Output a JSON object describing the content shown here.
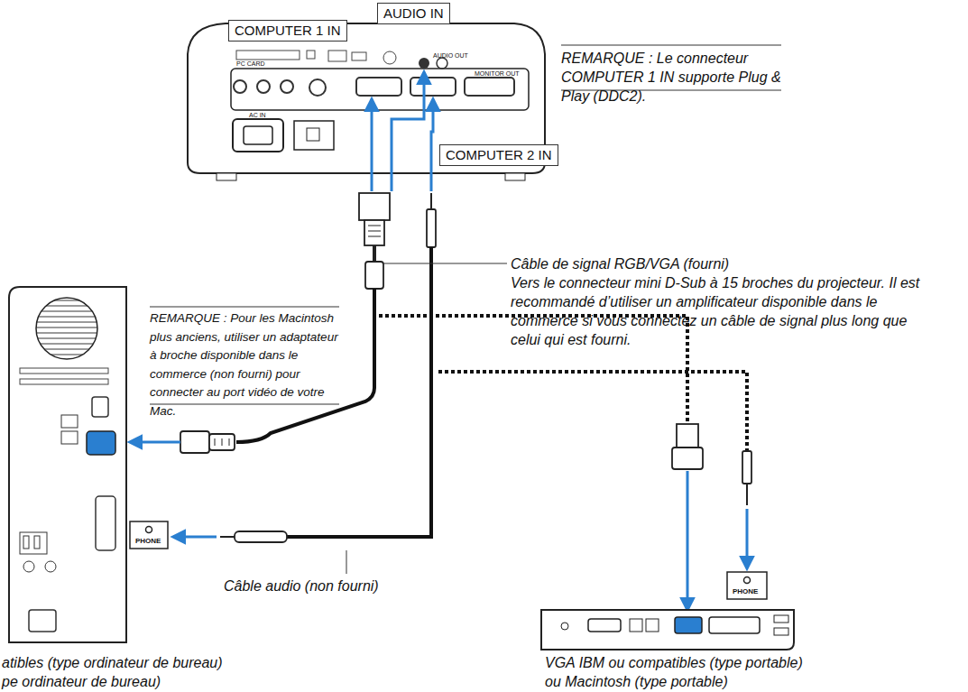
{
  "diagram": {
    "nodes": [
      {
        "text": [
          "COMPUTER 1 IN"
        ]
      },
      {
        "text": [
          "AUDIO IN"
        ]
      },
      {
        "text": [
          "COMPUTER 2 IN"
        ]
      }
    ],
    "labels": [
      "REMARQUE : Le connecteur COMPUTER 1 IN supporte Plug & Play (DDC2).",
      "Câble de signal RGB/VGA (fourni)",
      "Vers le connecteur mini D-Sub à 15 broches du projecteur. Il est recommandé d’utiliser un amplificateur disponible dans le commerce si vous connectez un câble de signal plus long que celui qui est fourni.",
      "REMARQUE : Pour les Macintosh plus anciens, utiliser un adaptateur à broche disponible dans le commerce (non fourni) pour connecter au port vidéo de votre Mac.",
      "Câble audio (non fourni)",
      "atibles (type ordinateur de bureau)",
      "pe ordinateur de bureau)",
      "VGA IBM ou compatibles (type portable)",
      "ou Macintosh (type portable)",
      "PHONE",
      "PHONE",
      "AC IN",
      "MONITOR OUT",
      "AUDIO OUT",
      "PC CARD"
    ]
  }
}
